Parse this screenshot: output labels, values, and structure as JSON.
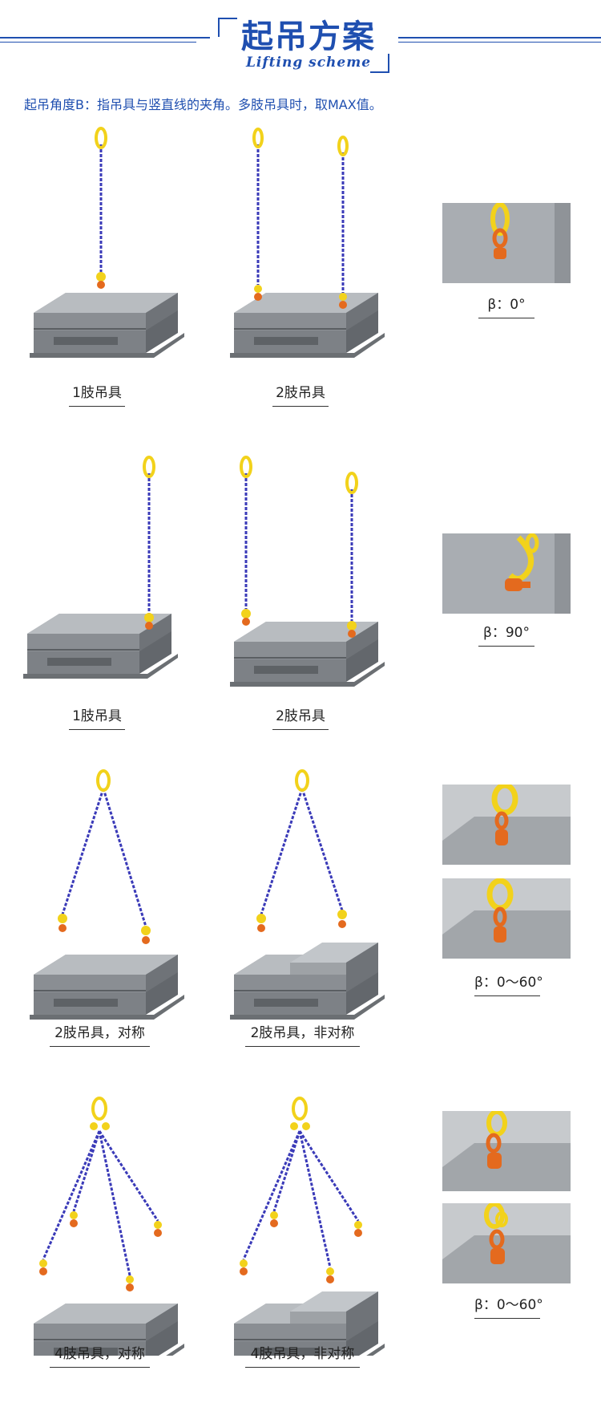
{
  "header": {
    "title_cn": "起吊方案",
    "title_en": "Lifting scheme"
  },
  "intro": "起吊角度Β：指吊具与竖直线的夹角。多肢吊具时，取MAX值。",
  "rows": [
    {
      "captions": [
        "1肢吊具",
        "2肢吊具"
      ],
      "beta": "β：0°"
    },
    {
      "captions": [
        "1肢吊具",
        "2肢吊具"
      ],
      "beta": "β：90°"
    },
    {
      "captions": [
        "2肢吊具，对称",
        "2肢吊具，非对称"
      ],
      "beta": "β：0～60°"
    },
    {
      "captions": [
        "4肢吊具，对称",
        "4肢吊具，非对称"
      ],
      "beta": "β：0～60°"
    }
  ],
  "colors": {
    "brand": "#1f4fb0",
    "chain": "#3a3ab8",
    "hook_yellow": "#f2d21b",
    "shackle_orange": "#e46a1e",
    "steel": "#9a9ea3"
  }
}
